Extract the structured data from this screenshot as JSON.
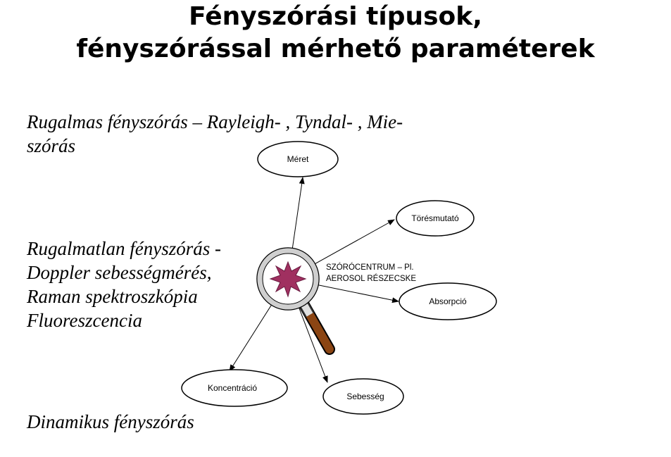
{
  "title": {
    "line1": "Fényszórási típusok,",
    "line2": "fényszórással mérhető paraméterek"
  },
  "bullets": {
    "elastic": {
      "line1": "Rugalmas fényszórás – Rayleigh- , Tyndal- , Mie-",
      "line2": "szórás"
    },
    "inelastic": {
      "line1": "Rugalmatlan fényszórás -",
      "line2": "Doppler sebességmérés,",
      "line3": "Raman spektroszkópia",
      "line4": "Fluoreszcencia"
    },
    "dynamic": {
      "line1": "Dinamikus fényszórás"
    }
  },
  "diagram": {
    "center_label": {
      "line1": "SZÓRÓCENTRUM – Pl.",
      "line2": "AEROSOL RÉSZECSKE"
    },
    "nodes": {
      "meret": "Méret",
      "toresmutato": "Törésmutató",
      "absorpcio": "Absorpció",
      "koncentracio": "Koncentráció",
      "sebesseg": "Sebesség"
    },
    "colors": {
      "star": "#a03060",
      "handle": "#8b4513"
    }
  }
}
